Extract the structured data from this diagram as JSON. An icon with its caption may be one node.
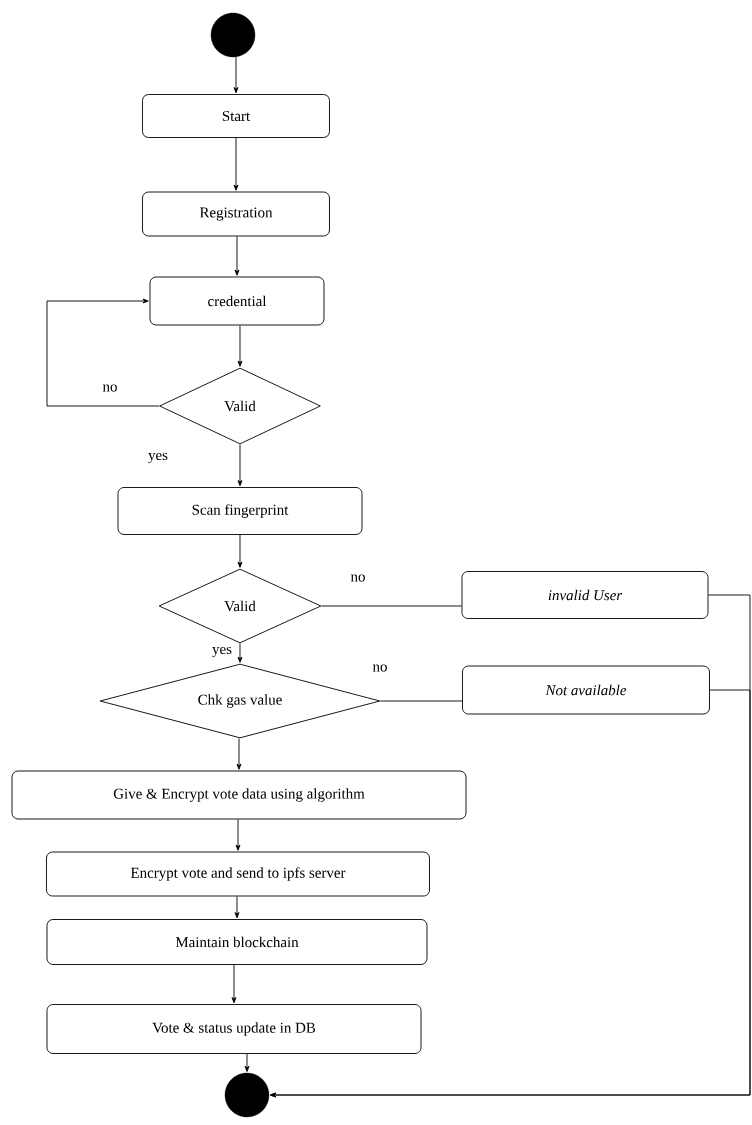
{
  "diagram": {
    "nodes": [
      {
        "text": [],
        "shape": "circle"
      },
      {
        "text": [
          "Start"
        ]
      },
      {
        "text": [
          "Registration"
        ]
      },
      {
        "text": [
          "credential"
        ]
      },
      {
        "text": [
          "Valid"
        ]
      },
      {
        "text": [
          "Scan fingerprint"
        ]
      },
      {
        "text": [
          "Valid"
        ]
      },
      {
        "text": [
          "invalid User"
        ]
      },
      {
        "text": [
          "Chk gas value"
        ]
      },
      {
        "text": [
          "Not available"
        ]
      },
      {
        "text": [
          "Give & Encrypt vote data using algorithm"
        ]
      },
      {
        "text": [
          "Encrypt vote and send to ipfs server"
        ]
      },
      {
        "text": [
          "Maintain blockchain"
        ]
      },
      {
        "text": [
          "Vote & status update in DB"
        ]
      },
      {
        "text": [],
        "shape": "circle"
      }
    ],
    "edges": [
      {
        "from": 0,
        "to": 1,
        "arrow": "to"
      },
      {
        "from": 1,
        "to": 2,
        "arrow": "to"
      },
      {
        "from": 2,
        "to": 3,
        "arrow": "to"
      },
      {
        "from": 3,
        "to": 4,
        "arrow": "to"
      },
      {
        "from": 4,
        "to": 3,
        "arrow": "to",
        "label": "no"
      },
      {
        "from": 4,
        "to": 5,
        "arrow": "to",
        "label": "yes"
      },
      {
        "from": 5,
        "to": 6,
        "arrow": "to"
      },
      {
        "from": 6,
        "to": 7,
        "arrow": "none",
        "label": "no"
      },
      {
        "from": 6,
        "to": 8,
        "arrow": "to",
        "label": "yes"
      },
      {
        "from": 8,
        "to": 9,
        "arrow": "none",
        "label": "no"
      },
      {
        "from": 8,
        "to": 10,
        "arrow": "to"
      },
      {
        "from": 10,
        "to": 11,
        "arrow": "to"
      },
      {
        "from": 11,
        "to": 12,
        "arrow": "to"
      },
      {
        "from": 12,
        "to": 13,
        "arrow": "to"
      },
      {
        "from": 13,
        "to": 14,
        "arrow": "to"
      },
      {
        "from": 7,
        "to": 14,
        "arrow": "to"
      },
      {
        "from": 9,
        "to": 14,
        "arrow": "to"
      }
    ]
  }
}
